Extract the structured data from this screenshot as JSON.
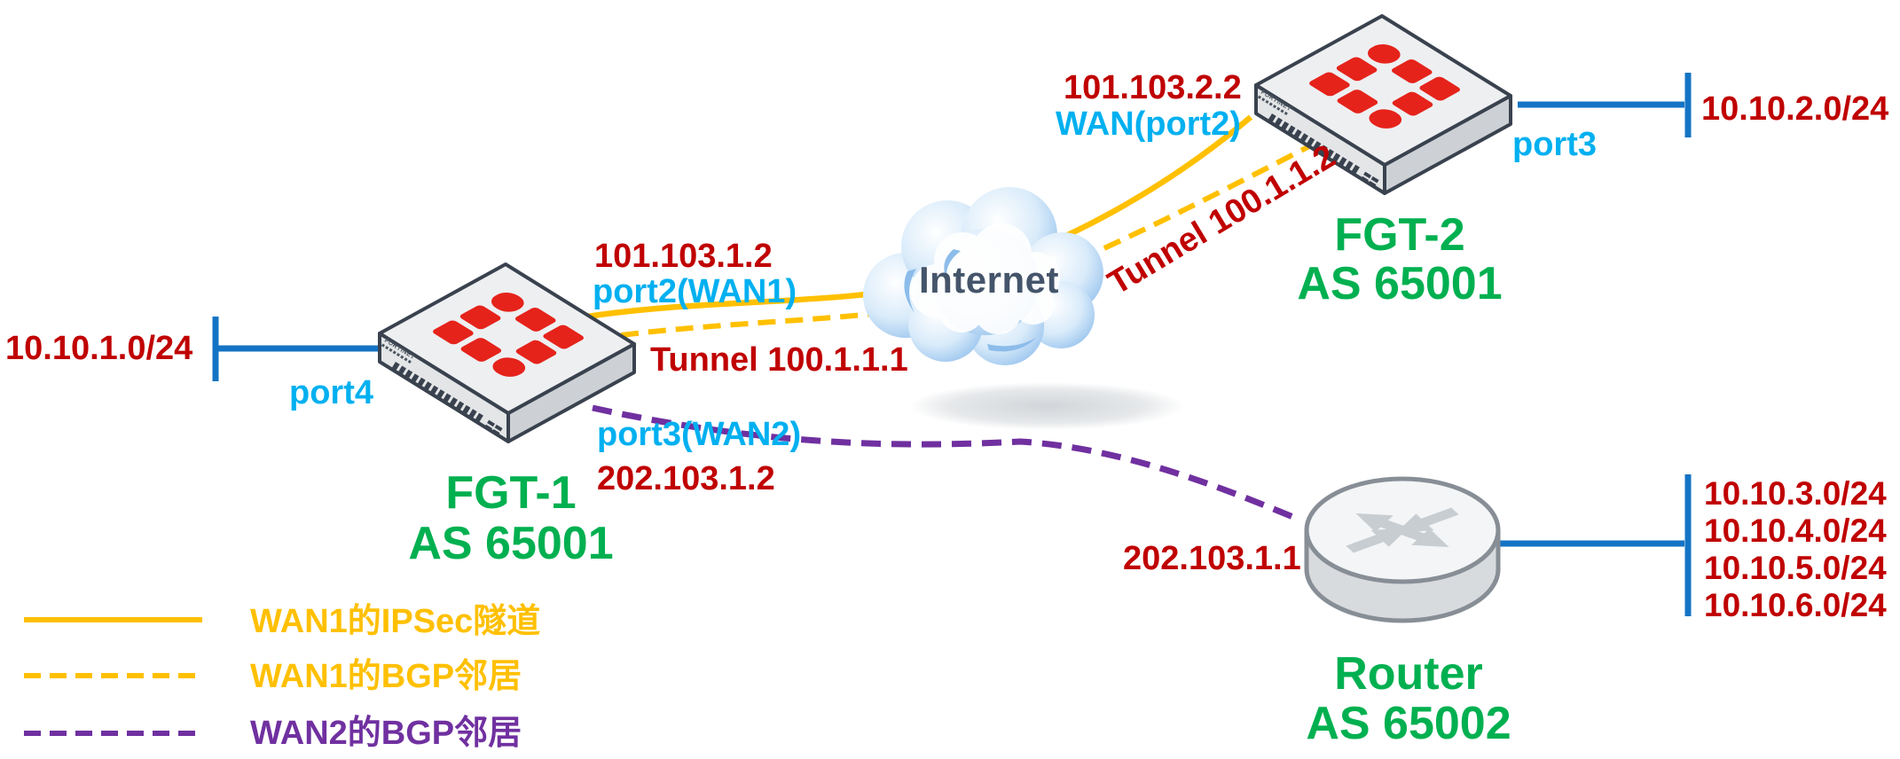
{
  "nodes": {
    "fgt1": {
      "name": "FGT-1",
      "asn": "AS 65001"
    },
    "fgt2": {
      "name": "FGT-2",
      "asn": "AS 65001"
    },
    "router": {
      "name": "Router",
      "asn": "AS 65002"
    },
    "internet": {
      "label": "Internet"
    }
  },
  "labels": {
    "lan1_subnet": "10.10.1.0/24",
    "fgt1_lan_port": "port4",
    "fgt1_wan1_ip": "101.103.1.2",
    "fgt1_wan1_port": "port2(WAN1)",
    "fgt1_tunnel": "Tunnel 100.1.1.1",
    "fgt1_wan2_port": "port3(WAN2)",
    "fgt1_wan2_ip": "202.103.1.2",
    "fgt2_wan_ip": "101.103.2.2",
    "fgt2_wan_port": "WAN(port2)",
    "fgt2_tunnel": "Tunnel 100.1.1.2",
    "fgt2_lan_port": "port3",
    "lan2_subnet": "10.10.2.0/24",
    "router_wan_ip": "202.103.1.1",
    "router_subnets": [
      "10.10.3.0/24",
      "10.10.4.0/24",
      "10.10.5.0/24",
      "10.10.6.0/24"
    ]
  },
  "legend": {
    "items": [
      {
        "label": "WAN1的IPSec隧道",
        "color": "#FFC000",
        "line_style": "solid"
      },
      {
        "label": "WAN1的BGP邻居",
        "color": "#FFC000",
        "line_style": "dashed"
      },
      {
        "label": "WAN2的BGP邻居",
        "color": "#7030A0",
        "line_style": "dashed"
      }
    ]
  },
  "colors": {
    "ip_text": "#C00000",
    "port_text": "#00B0F0",
    "device_text": "#00B050",
    "wan1_line": "#FFC000",
    "wan2_line": "#7030A0",
    "lan_line": "#1474C4",
    "internet_text": "#44546A",
    "fortinet_red": "#E5231B"
  }
}
